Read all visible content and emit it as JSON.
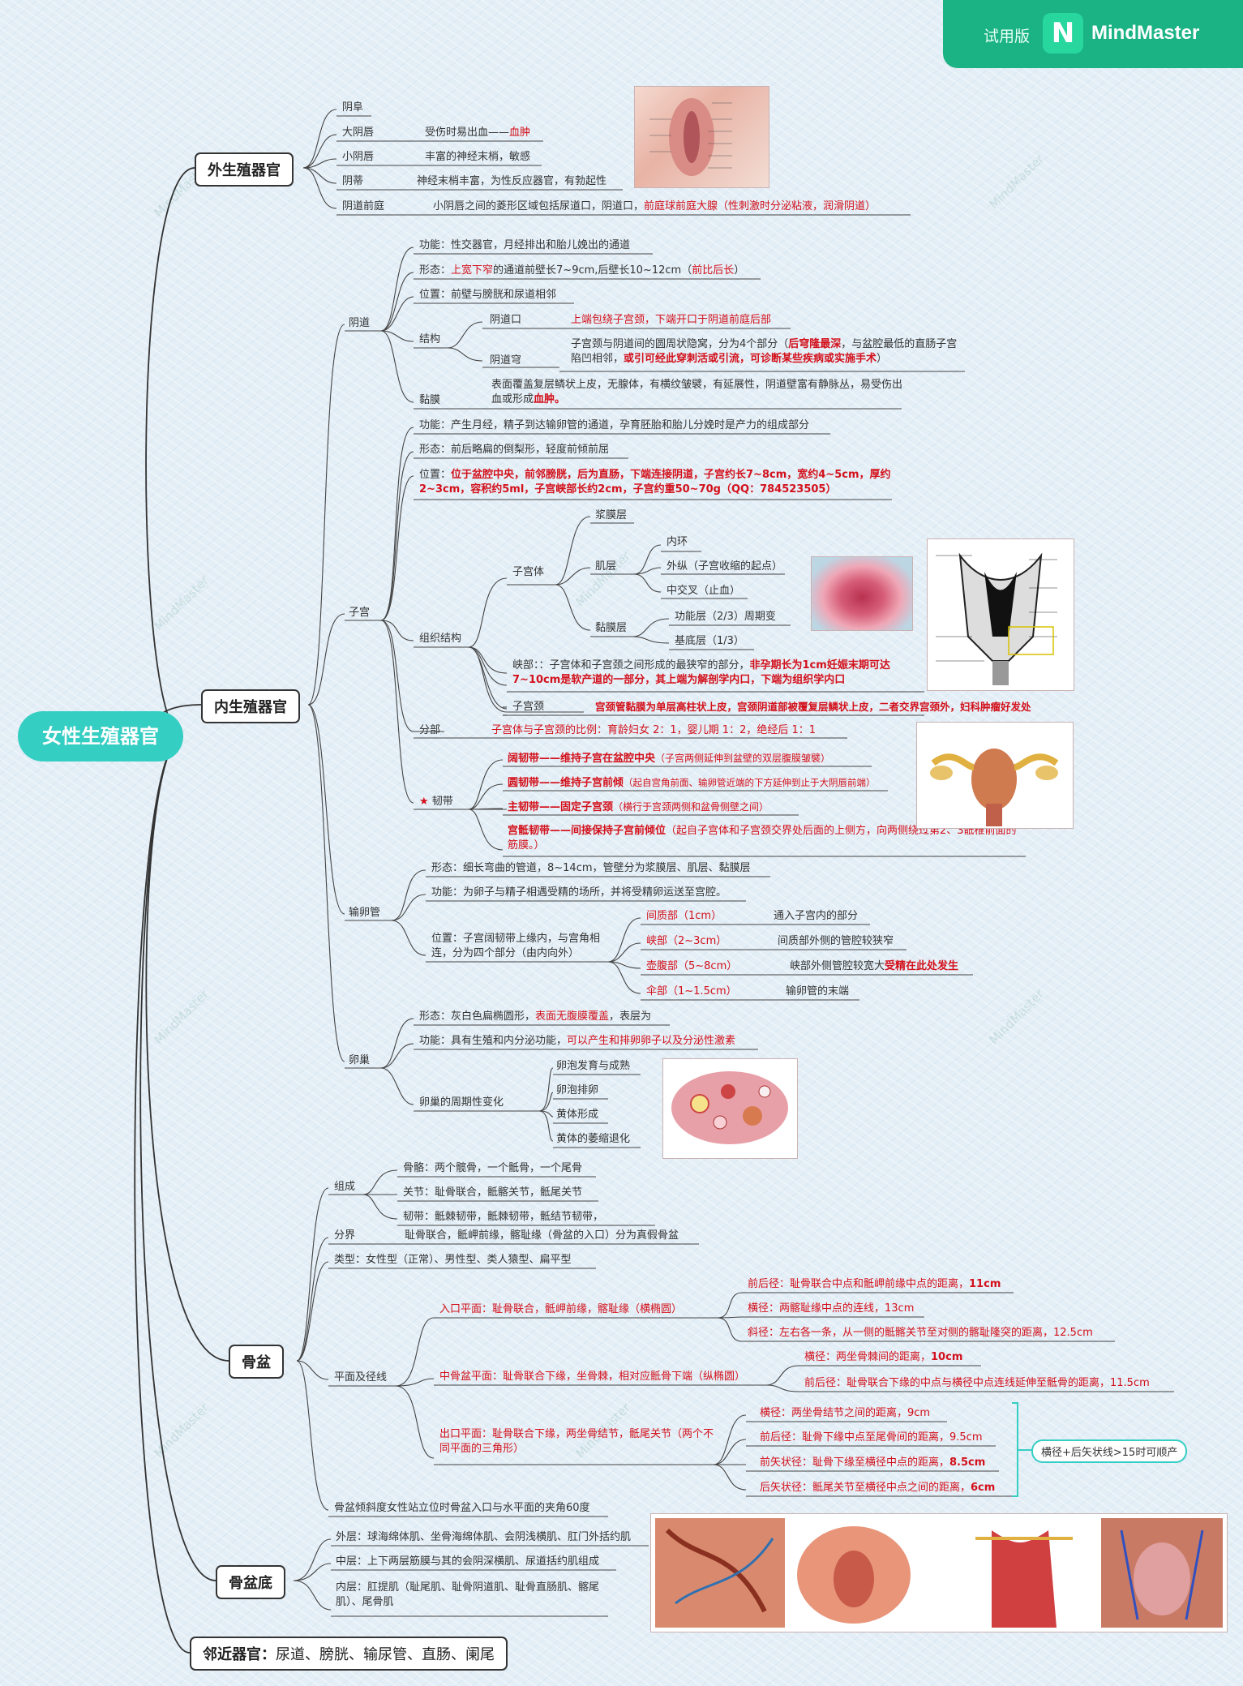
{
  "brand": {
    "trial": "试用版",
    "logo": "N",
    "name": "MindMaster"
  },
  "root": "女性生殖器官",
  "ext": {
    "title": "外生殖器官",
    "n1": "阴阜",
    "n2": "大阴唇",
    "n2a": "受伤时易出血——",
    "n2b": "血肿",
    "n3": "小阴唇",
    "n3a": "丰富的神经末梢，敏感",
    "n4": "阴蒂",
    "n4a": "神经末梢丰富，为性反应器官，有勃起性",
    "n5": "阴道前庭",
    "n5a": "小阴唇之间的菱形区域包括尿道口，阴道口，",
    "n5b": "前庭球前庭大腺（性刺激时分泌粘液，润滑阴道）"
  },
  "int": {
    "title": "内生殖器官",
    "vag": {
      "title": "阴道",
      "f1": "功能：性交器官，月经排出和胎儿娩出的通道",
      "f2a": "形态：",
      "f2b": "上宽下窄",
      "f2c": "的通道前壁长7~9cm,后壁长10~12cm（",
      "f2d": "前比后长",
      "f2e": "）",
      "f3": "位置：前壁与膀胱和尿道相邻",
      "s": "结构",
      "s1": "阴道口",
      "s1a": "上端包绕子宫颈，下端开口于阴道前庭后部",
      "s2": "阴道穹",
      "s2a": "子宫颈与阴道间的圆周状隐窝，分为4个部分（",
      "s2b": "后穹隆最深",
      "s2c": "，与盆腔最低的直肠子宫陷凹相邻，",
      "s2d": "或引可经此穿刺活或引流，可诊断某些疾病或实施手术",
      "s2e": "）",
      "m": "黏膜",
      "m1": "表面覆盖复层鳞状上皮，无腺体，有横纹皱襞，有延展性，阴道壁富有静脉丛，易受伤出血或形成",
      "m2": "血肿。"
    },
    "ut": {
      "title": "子宫",
      "f1": "功能：产生月经，精子到达输卵管的通道，孕育胚胎和胎儿分娩时是产力的组成部分",
      "f2": "形态：前后略扁的倒梨形，轻度前倾前屈",
      "f3a": "位置：",
      "f3b": "位于盆腔中央，前邻膀胱，后为直肠，下端连接阴道，子宫约长7~8cm，宽约4~5cm，厚约2~3cm，容积约5ml，子宫峡部长约2cm，子宫约重50~70g（QQ：784523505）",
      "tis": "组织结构",
      "body": "子宫体",
      "b1": "浆膜层",
      "b2": "肌层",
      "b2a": "内环",
      "b2b": "外纵（子宫收缩的起点）",
      "b2c": "中交叉（止血）",
      "b3": "黏膜层",
      "b3a": "功能层（2/3）周期变",
      "b3b": "基底层（1/3）",
      "isth1": "峡部：：子宫体和子宫颈之间形成的最狭窄的部分，",
      "isth2": "非孕期长为1cm妊娠末期可达7~10cm是软产道的一部分，其上端为解剖学内口，下端为组织学内口",
      "cx": "子宫颈",
      "cxa": "宫颈管黏膜为单层高柱状上皮，宫颈阴道部被覆复层鳞状上皮，二者交界宫颈外，妇科肿瘤好发处",
      "part": "分部",
      "parta": "子宫体与子宫颈的比例：育龄妇女 2：1，婴儿期 1：2，绝经后 1：1",
      "lig": "韧带",
      "star": "★",
      "l1a": "阔韧带——维持子宫在盆腔中央",
      "l1b": "（子宫两侧延伸到盆壁的双层腹膜皱襞）",
      "l2a": "圆韧带——维持子宫前倾",
      "l2b": "（起自宫角前面、输卵管近端的下方延伸到止于大阴唇前端）",
      "l3a": "主韧带——固定子宫颈",
      "l3b": "（横行于宫颈两侧和盆骨侧壁之间）",
      "l4a": "宫骶韧带——间接保持子宫前倾位",
      "l4b": "（起自子宫体和子宫颈交界处后面的上侧方，向两侧绕过第2、3骶椎前面的筋膜。）"
    },
    "tube": {
      "title": "输卵管",
      "f1": "形态：细长弯曲的管道，8~14cm，管壁分为浆膜层、肌层、黏膜层",
      "f2": "功能：为卵子与精子相遇受精的场所，并将受精卵运送至宫腔。",
      "pos": "位置：子宫阔韧带上缘内，与宫角相连，分为四个部分（由内向外）",
      "p1": "间质部（1cm）",
      "p1a": "通入子宫内的部分",
      "p2": "峡部（2~3cm）",
      "p2a": "间质部外侧的管腔较狭窄",
      "p3": "壶腹部（5~8cm）",
      "p3a": "峡部外侧管腔较宽大",
      "p3b": "受精在此处发生",
      "p4": "伞部（1~1.5cm）",
      "p4a": "输卵管的末端"
    },
    "ov": {
      "title": "卵巢",
      "f1a": "形态：灰白色扁椭圆形，",
      "f1b": "表面无腹膜覆盖",
      "f1c": "，表层为",
      "f2a": "功能：具有生殖和内分泌功能，",
      "f2b": "可以产生和排卵卵子以及分泌性激素",
      "cyc": "卵巢的周期性变化",
      "c1": "卵泡发育与成熟",
      "c2": "卵泡排卵",
      "c3": "黄体形成",
      "c4": "黄体的萎缩退化"
    }
  },
  "pel": {
    "title": "骨盆",
    "comp": "组成",
    "c1": "骨骼：两个髋骨，一个骶骨，一个尾骨",
    "c2": "关节：耻骨联合，骶髂关节，骶尾关节",
    "c3": "韧带：骶棘韧带，骶棘韧带，骶结节韧带，",
    "bd": "分界",
    "bda": "耻骨联合，骶岬前缘，髂耻缘（骨盆的入口）分为真假骨盆",
    "type": "类型：女性型（正常）、男性型、类人猿型、扁平型",
    "plane": "平面及径线",
    "in": "入口平面：耻骨联合，骶岬前缘，髂耻缘（横椭圆）",
    "in1a": "前后径：耻骨联合中点和骶岬前缘中点的距离，",
    "in1b": "11cm",
    "in2": "横径：两髂耻缘中点的连线，13cm",
    "in3": "斜径：左右各一条，从一侧的骶髂关节至对侧的髂耻隆突的距离，12.5cm",
    "mid": "中骨盆平面：耻骨联合下缘，坐骨棘，相对应骶骨下端（纵椭圆）",
    "mid1a": "横径：两坐骨棘间的距离，",
    "mid1b": "10cm",
    "mid2": "前后径：耻骨联合下缘的中点与横径中点连线延伸至骶骨的距离，11.5cm",
    "out": "出口平面：耻骨联合下缘，两坐骨结节，骶尾关节（两个不同平面的三角形）",
    "o1": "横径：两坐骨结节之间的距离，9cm",
    "o2": "前后径：耻骨下缘中点至尾骨间的距离，9.5cm",
    "o3a": "前矢状径：耻骨下缘至横径中点的距离，",
    "o3b": "8.5cm",
    "o4a": "后矢状径：骶尾关节至横径中点之间的距离，",
    "o4b": "6cm",
    "tag": "横径+后矢状线>15时可顺产",
    "incl": "骨盆倾斜度女性站立位时骨盆入口与水平面的夹角60度"
  },
  "floor": {
    "title": "骨盆底",
    "o": "外层：球海绵体肌、坐骨海绵体肌、会阴浅横肌、肛门外括约肌",
    "m": "中层：上下两层筋膜与其的会阴深横肌、尿道括约肌组成",
    "i": "内层：肛提肌（耻尾肌、耻骨阴道肌、耻骨直肠肌、髂尾肌）、尾骨肌"
  },
  "adj": {
    "label": "邻近器官：",
    "text": "尿道、膀胱、输尿管、直肠、阑尾"
  },
  "watermark": "MindMaster"
}
